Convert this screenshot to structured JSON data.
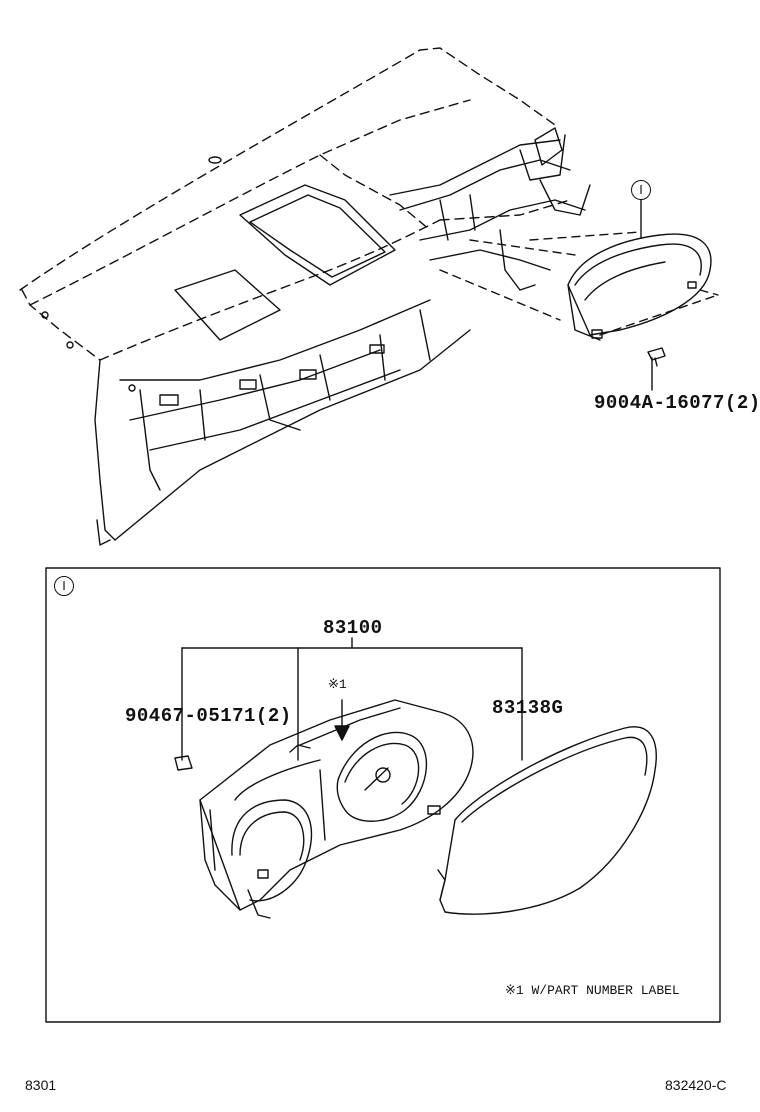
{
  "callouts": {
    "screw": "9004A-16077(2)",
    "meter_assembly": "83100",
    "bulb_socket": "90467-05171(2)",
    "glass": "83138G",
    "label_ref": "※1"
  },
  "detail_marker": "Ⅰ",
  "footnote": "※1 W/PART NUMBER LABEL",
  "footer": {
    "left_code": "8301",
    "right_code": "832420-C"
  }
}
